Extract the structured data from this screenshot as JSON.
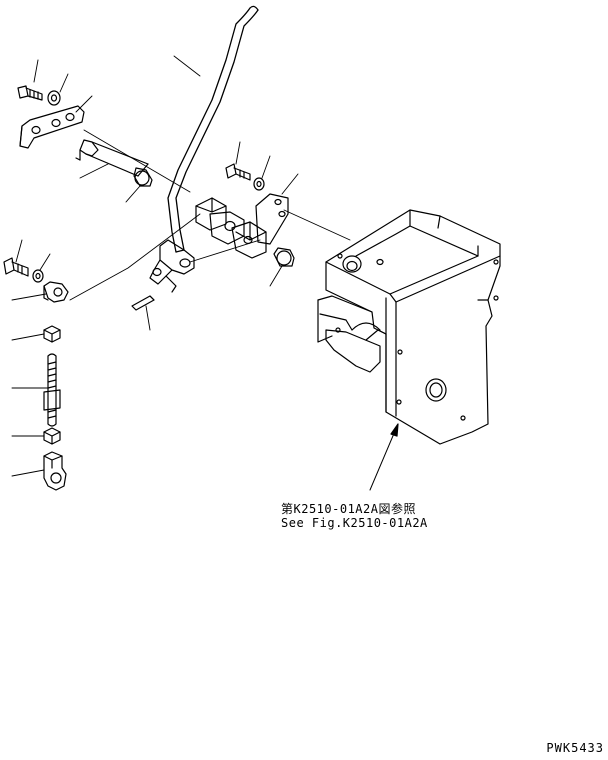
{
  "diagram": {
    "reference_jp": "第K2510-01A2A図参照",
    "reference_en": "See Fig.K2510-01A2A",
    "drawing_code": "PWK5433"
  }
}
